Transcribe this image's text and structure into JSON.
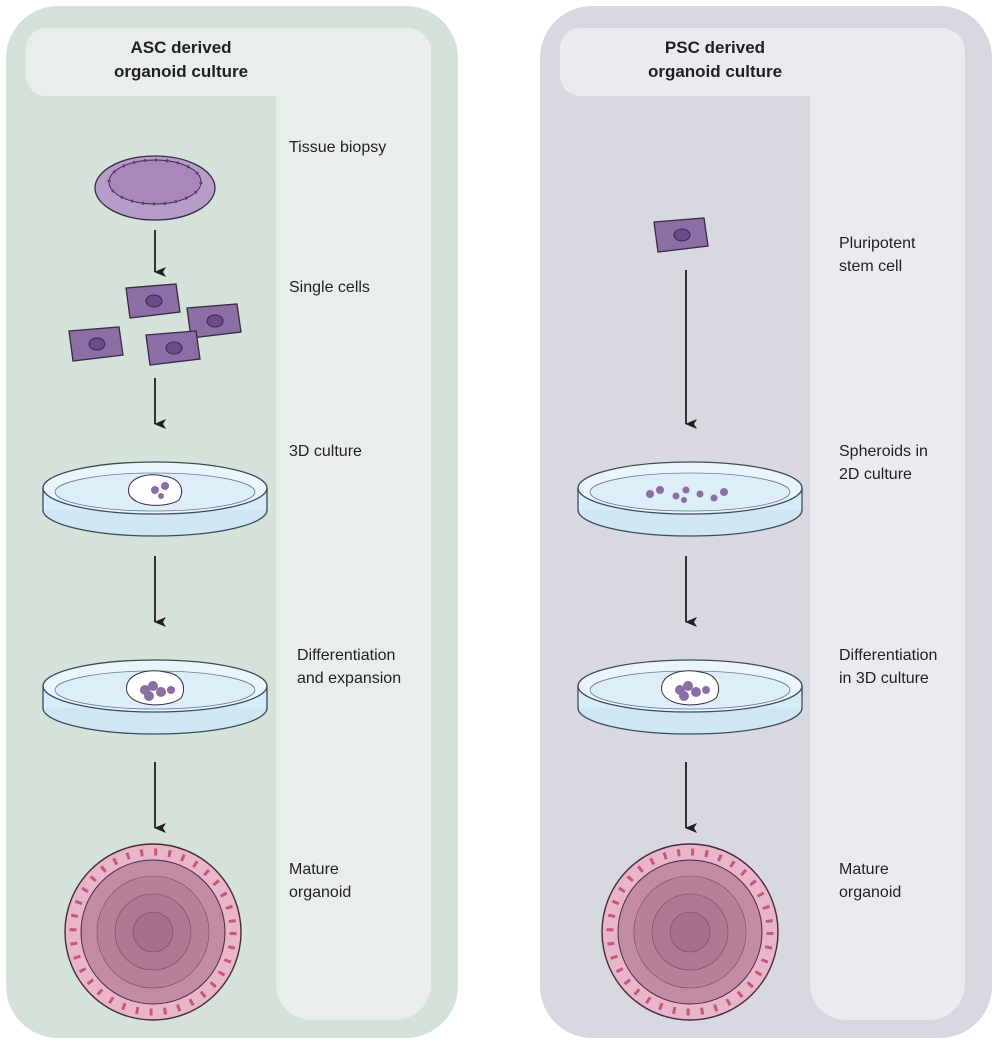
{
  "panels": {
    "asc": {
      "title_line1": "ASC derived",
      "title_line2": "organoid culture",
      "steps": [
        {
          "line1": "Tissue biopsy",
          "line2": ""
        },
        {
          "line1": "Single cells",
          "line2": ""
        },
        {
          "line1": "3D culture",
          "line2": ""
        },
        {
          "line1": "Differentiation",
          "line2": "and expansion"
        },
        {
          "line1": "Mature",
          "line2": "organoid"
        }
      ]
    },
    "psc": {
      "title_line1": "PSC derived",
      "title_line2": "organoid culture",
      "steps": [
        {
          "line1": "Pluripotent",
          "line2": "stem cell"
        },
        {
          "line1": "Spheroids in",
          "line2": "2D culture"
        },
        {
          "line1": "Differentiation",
          "line2": "in 3D culture"
        },
        {
          "line1": "Mature",
          "line2": "organoid"
        }
      ]
    }
  },
  "colors": {
    "asc_panel": "#d4e2da",
    "psc_panel": "#d7d8e0",
    "cell_fill": "#8b6ea3",
    "organoid_fill": "#c98fa9",
    "dish_fill": "#d6ebf6"
  }
}
